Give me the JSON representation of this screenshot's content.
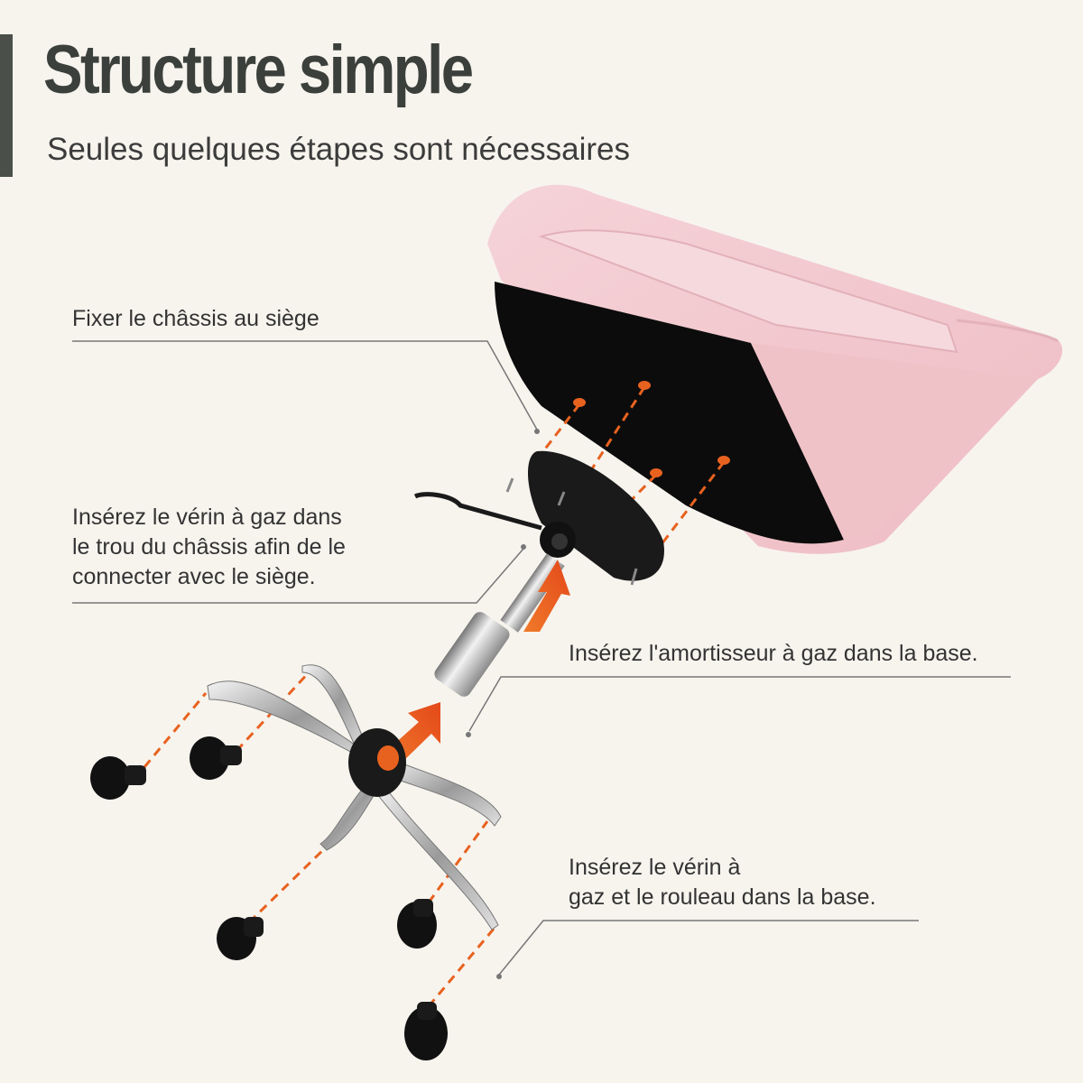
{
  "header": {
    "title": "Structure simple",
    "subtitle": "Seules quelques étapes sont nécessaires"
  },
  "callouts": {
    "attach_frame": "Fixer le châssis au siège",
    "insert_cylinder_line1": "Insérez le vérin à gaz dans",
    "insert_cylinder_line2": "le trou du châssis afin de le",
    "insert_cylinder_line3": "connecter avec le siège.",
    "insert_shock": "Insérez l'amortisseur à gaz dans la base.",
    "insert_casters_line1": "Insérez le vérin à",
    "insert_casters_line2": "gaz et le rouleau dans la base."
  },
  "colors": {
    "background": "#f7f4ee",
    "accent_orange": "#e8621f",
    "seat_pink": "#f2c9cf",
    "title_gray": "#3c403c"
  }
}
